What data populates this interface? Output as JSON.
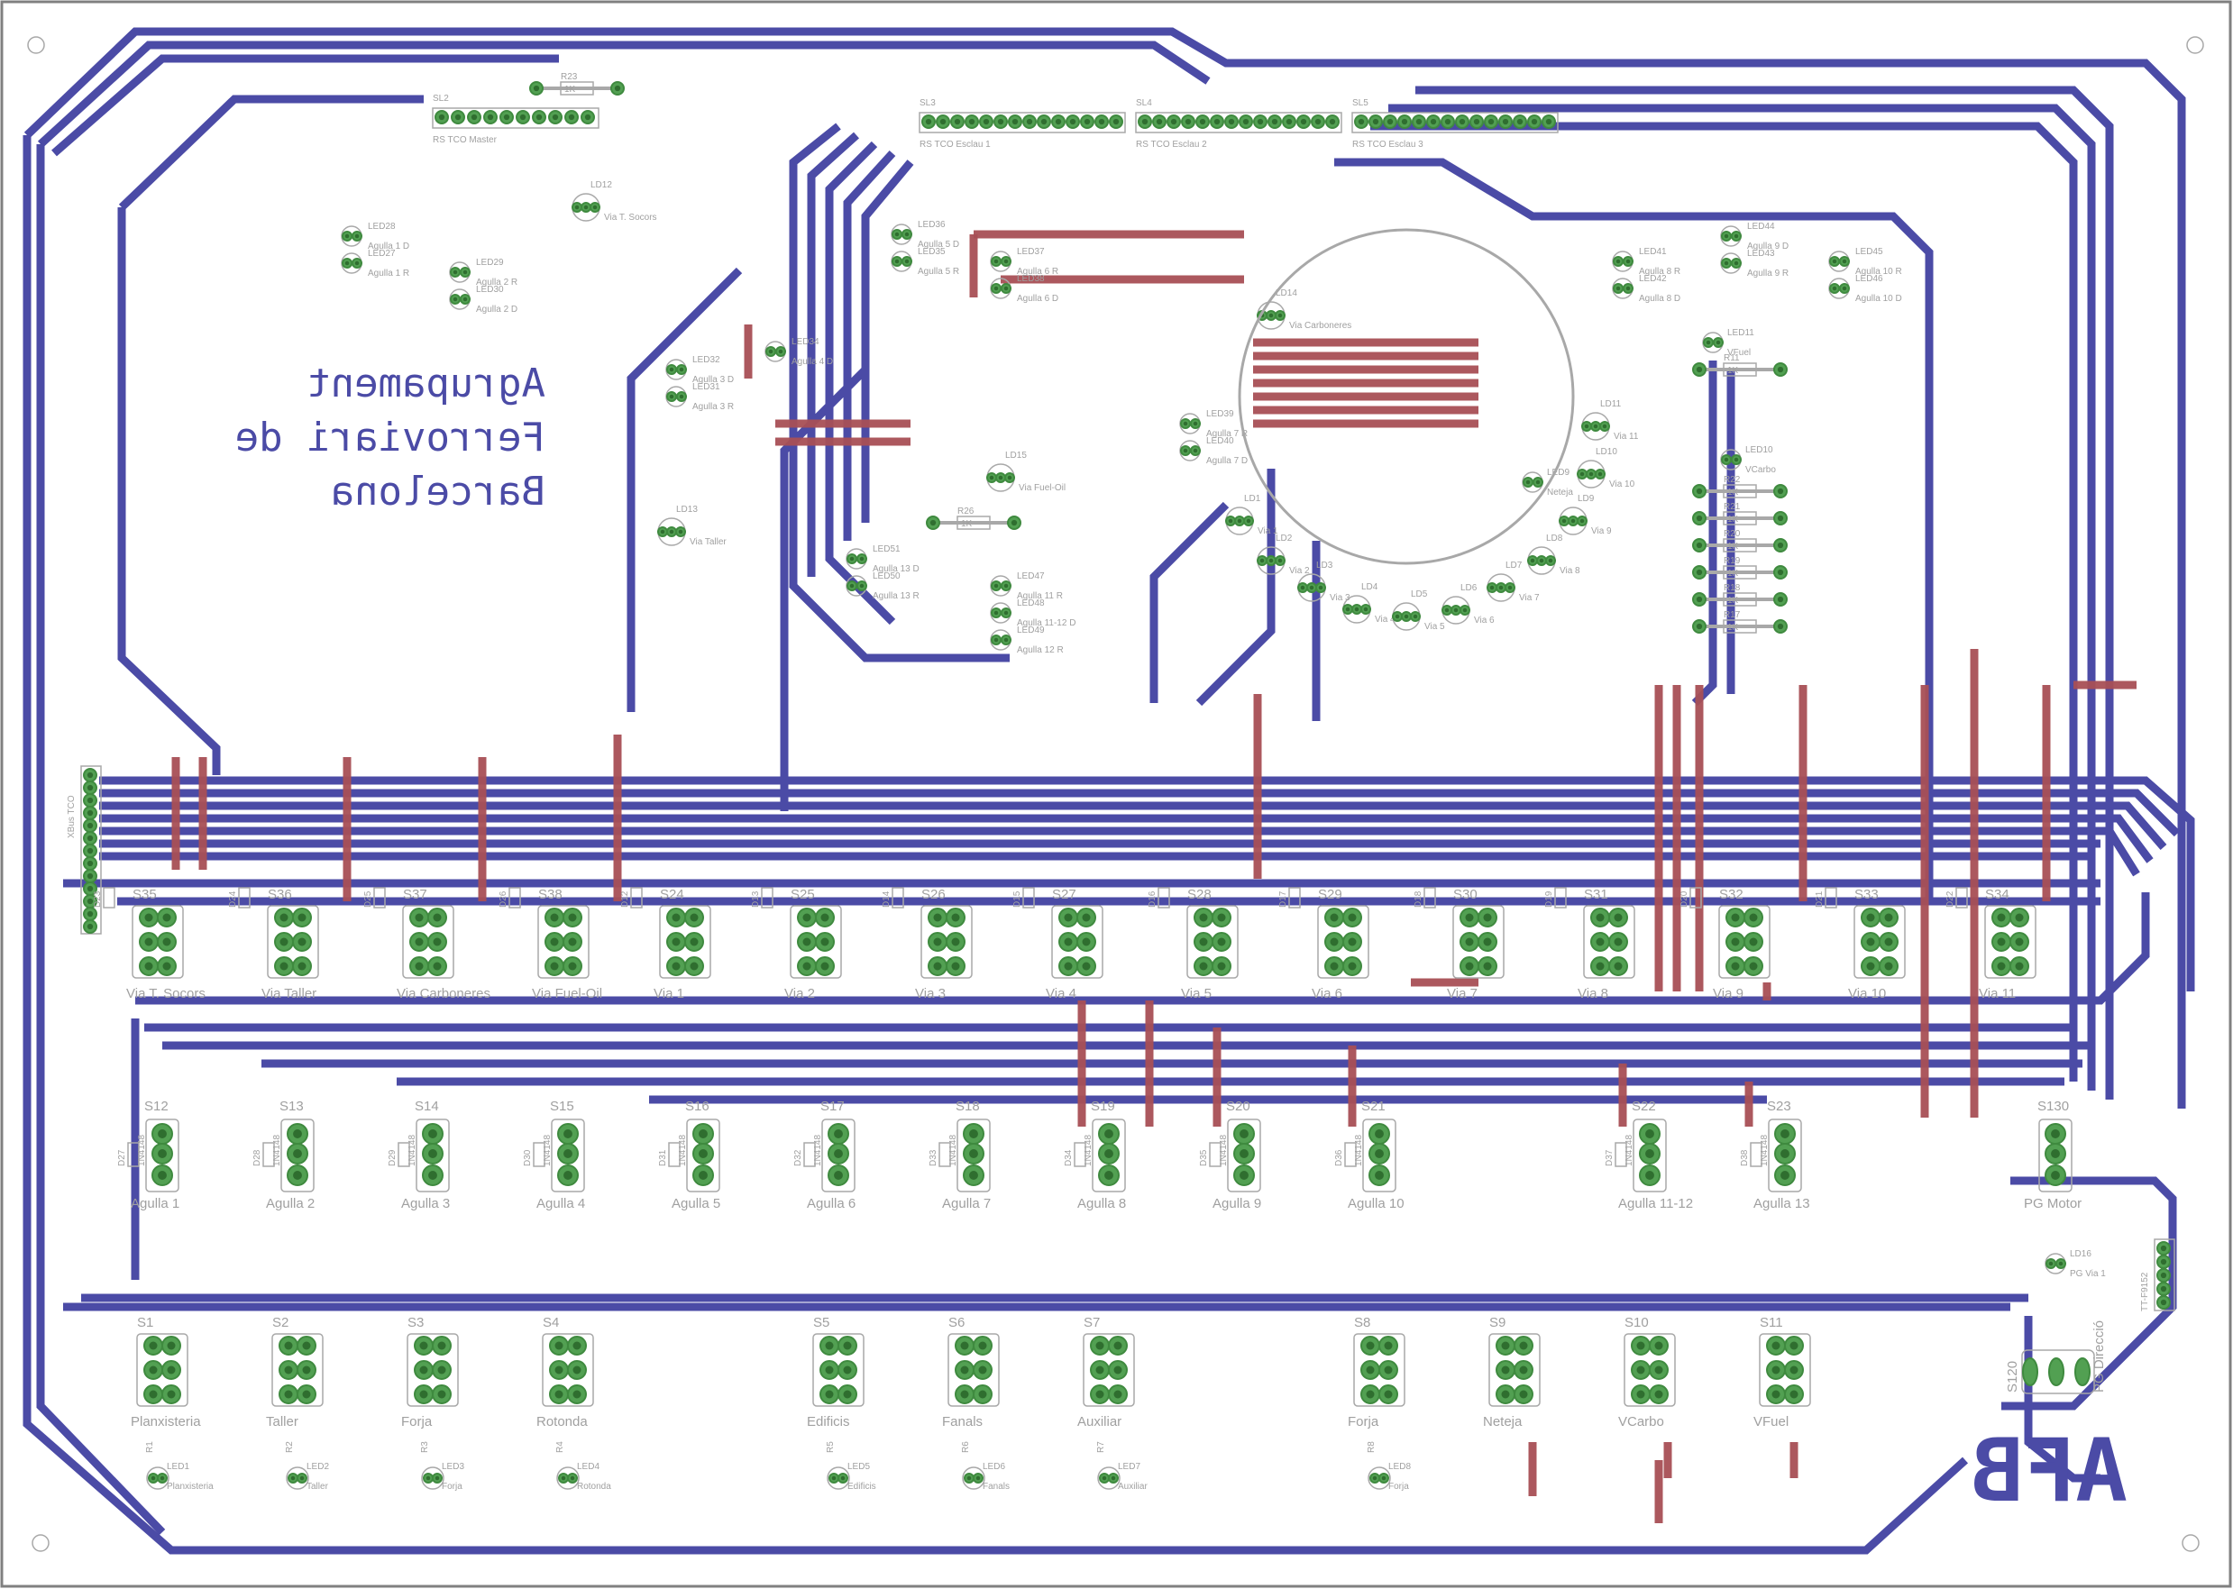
{
  "board": {
    "title_lines": [
      "Agrupament",
      "Ferroviari de",
      "Barcelona"
    ],
    "logo": "AFB",
    "colors": {
      "bottom_trace": "#4b4ba6",
      "top_trace": "#a84f55",
      "pad": "#52a052",
      "silkscreen": "#a0a0a0",
      "background": "#ffffff"
    }
  },
  "connectors": [
    {
      "ref": "SL2",
      "name": "RS TCO Master"
    },
    {
      "ref": "SL3",
      "name": "RS TCO Esclau 1"
    },
    {
      "ref": "SL4",
      "name": "RS TCO Esclau 2"
    },
    {
      "ref": "SL5",
      "name": "RS TCO Esclau 3"
    },
    {
      "ref": "SL6",
      "name": "TT-F9152"
    },
    {
      "ref": "SL1",
      "name": "XBus TCO"
    }
  ],
  "via_switches": [
    {
      "ref": "S35",
      "label": "Via T. Socors",
      "diode": "D23"
    },
    {
      "ref": "S36",
      "label": "Via Taller",
      "diode": "D24"
    },
    {
      "ref": "S37",
      "label": "Via Carboneres",
      "diode": "D25"
    },
    {
      "ref": "S38",
      "label": "Via Fuel-Oil",
      "diode": "D26"
    },
    {
      "ref": "S24",
      "label": "Via 1",
      "diode": "D12"
    },
    {
      "ref": "S25",
      "label": "Via 2",
      "diode": "D13"
    },
    {
      "ref": "S26",
      "label": "Via 3",
      "diode": "D14"
    },
    {
      "ref": "S27",
      "label": "Via 4",
      "diode": "D15"
    },
    {
      "ref": "S28",
      "label": "Via 5",
      "diode": "D16"
    },
    {
      "ref": "S29",
      "label": "Via 6",
      "diode": "D17"
    },
    {
      "ref": "S30",
      "label": "Via 7",
      "diode": "D18"
    },
    {
      "ref": "S31",
      "label": "Via 8",
      "diode": "D19"
    },
    {
      "ref": "S32",
      "label": "Via 9",
      "diode": "D20"
    },
    {
      "ref": "S33",
      "label": "Via 10",
      "diode": "D21"
    },
    {
      "ref": "S34",
      "label": "Via 11",
      "diode": "D22"
    }
  ],
  "agulla_switches": [
    {
      "ref": "S12",
      "label": "Agulla 1",
      "diode": "D27"
    },
    {
      "ref": "S13",
      "label": "Agulla 2",
      "diode": "D28"
    },
    {
      "ref": "S14",
      "label": "Agulla 3",
      "diode": "D29"
    },
    {
      "ref": "S15",
      "label": "Agulla 4",
      "diode": "D30"
    },
    {
      "ref": "S16",
      "label": "Agulla 5",
      "diode": "D31"
    },
    {
      "ref": "S17",
      "label": "Agulla 6",
      "diode": "D32"
    },
    {
      "ref": "S18",
      "label": "Agulla 7",
      "diode": "D33"
    },
    {
      "ref": "S19",
      "label": "Agulla 8",
      "diode": "D34"
    },
    {
      "ref": "S20",
      "label": "Agulla 9",
      "diode": "D35"
    },
    {
      "ref": "S21",
      "label": "Agulla 10",
      "diode": "D36"
    },
    {
      "ref": "S22",
      "label": "Agulla 11-12",
      "diode": "D37"
    },
    {
      "ref": "S23",
      "label": "Agulla 13",
      "diode": "D38"
    },
    {
      "ref": "S130",
      "label": "PG Motor",
      "diode": ""
    }
  ],
  "building_switches": [
    {
      "ref": "S1",
      "label": "Planxisteria"
    },
    {
      "ref": "S2",
      "label": "Taller"
    },
    {
      "ref": "S3",
      "label": "Forja"
    },
    {
      "ref": "S4",
      "label": "Rotonda"
    },
    {
      "ref": "S5",
      "label": "Edificis"
    },
    {
      "ref": "S6",
      "label": "Fanals"
    },
    {
      "ref": "S7",
      "label": "Auxiliar"
    },
    {
      "ref": "S8",
      "label": "Forja"
    },
    {
      "ref": "S9",
      "label": "Neteja"
    },
    {
      "ref": "S10",
      "label": "VCarbo"
    },
    {
      "ref": "S11",
      "label": "VFuel"
    }
  ],
  "building_leds": [
    {
      "ref": "LED1",
      "label": "Planxisteria",
      "res": "R1"
    },
    {
      "ref": "LED2",
      "label": "Taller",
      "res": "R2"
    },
    {
      "ref": "LED3",
      "label": "Forja",
      "res": "R3"
    },
    {
      "ref": "LED4",
      "label": "Rotonda",
      "res": "R4"
    },
    {
      "ref": "LED5",
      "label": "Edificis",
      "res": "R5"
    },
    {
      "ref": "LED6",
      "label": "Fanals",
      "res": "R6"
    },
    {
      "ref": "LED7",
      "label": "Auxiliar",
      "res": "R7"
    },
    {
      "ref": "LED8",
      "label": "Forja",
      "res": "R8"
    }
  ],
  "agulla_leds": [
    {
      "ref": "LED28",
      "label": "Agulla 1 D"
    },
    {
      "ref": "LED27",
      "label": "Agulla 1 R"
    },
    {
      "ref": "LED29",
      "label": "Agulla 2 R"
    },
    {
      "ref": "LED30",
      "label": "Agulla 2 D"
    },
    {
      "ref": "LED32",
      "label": "Agulla 3 D"
    },
    {
      "ref": "LED31",
      "label": "Agulla 3 R"
    },
    {
      "ref": "LED34",
      "label": "Agulla 4 D"
    },
    {
      "ref": "LED36",
      "label": "Agulla 5 D"
    },
    {
      "ref": "LED35",
      "label": "Agulla 5 R"
    },
    {
      "ref": "LED37",
      "label": "Agulla 6 R"
    },
    {
      "ref": "LED38",
      "label": "Agulla 6 D"
    },
    {
      "ref": "LED39",
      "label": "Agulla 7 R"
    },
    {
      "ref": "LED40",
      "label": "Agulla 7 D"
    },
    {
      "ref": "LED41",
      "label": "Agulla 8 R"
    },
    {
      "ref": "LED42",
      "label": "Agulla 8 D"
    },
    {
      "ref": "LED44",
      "label": "Agulla 9 D"
    },
    {
      "ref": "LED43",
      "label": "Agulla 9 R"
    },
    {
      "ref": "LED45",
      "label": "Agulla 10 R"
    },
    {
      "ref": "LED46",
      "label": "Agulla 10 D"
    },
    {
      "ref": "LED47",
      "label": "Agulla 11 R"
    },
    {
      "ref": "LED48",
      "label": "Agulla 11-12 D"
    },
    {
      "ref": "LED49",
      "label": "Agulla 12 R"
    },
    {
      "ref": "LED51",
      "label": "Agulla 13 D"
    },
    {
      "ref": "LED50",
      "label": "Agulla 13 R"
    }
  ],
  "via_leds": [
    {
      "ref": "LD1",
      "label": "Via 1"
    },
    {
      "ref": "LD2",
      "label": "Via 2"
    },
    {
      "ref": "LD3",
      "label": "Via 3"
    },
    {
      "ref": "LD4",
      "label": "Via 4"
    },
    {
      "ref": "LD5",
      "label": "Via 5"
    },
    {
      "ref": "LD6",
      "label": "Via 6"
    },
    {
      "ref": "LD7",
      "label": "Via 7"
    },
    {
      "ref": "LD8",
      "label": "Via 8"
    },
    {
      "ref": "LD9",
      "label": "Via 9"
    },
    {
      "ref": "LD10",
      "label": "Via 10"
    },
    {
      "ref": "LD11",
      "label": "Via 11"
    },
    {
      "ref": "LD12",
      "label": "Via T. Socors"
    },
    {
      "ref": "LD13",
      "label": "Via Taller"
    },
    {
      "ref": "LD14",
      "label": "Via Carboneres"
    },
    {
      "ref": "LD15",
      "label": "Via Fuel-Oil"
    }
  ],
  "misc_leds": [
    {
      "ref": "LED9",
      "label": "Neteja"
    },
    {
      "ref": "LED10",
      "label": "VCarbo"
    },
    {
      "ref": "LED11",
      "label": "VFuel"
    },
    {
      "ref": "LD16",
      "label": "PG Via 1"
    }
  ],
  "resistors": [
    {
      "ref": "R23",
      "value": "1K"
    },
    {
      "ref": "R11",
      "value": "1K"
    },
    {
      "ref": "R17",
      "value": "1K"
    },
    {
      "ref": "R18",
      "value": "1K"
    },
    {
      "ref": "R19",
      "value": "1K"
    },
    {
      "ref": "R20",
      "value": "1K"
    },
    {
      "ref": "R21",
      "value": "1K"
    },
    {
      "ref": "R22",
      "value": "1K"
    },
    {
      "ref": "R26",
      "value": "1K"
    }
  ],
  "special": {
    "pg_direction_ref": "S120",
    "pg_direction_label": "PG Direcció",
    "diode_part": "1N4148"
  }
}
